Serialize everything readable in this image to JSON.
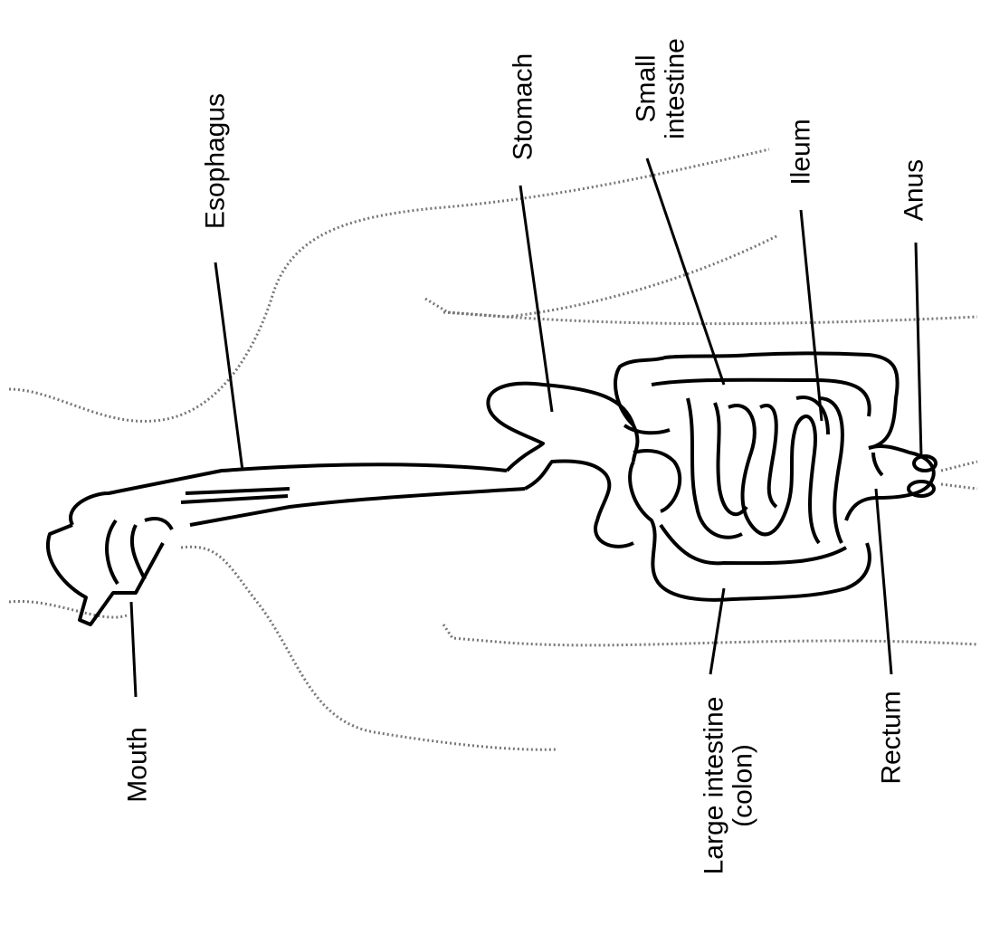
{
  "labels": {
    "mouth": "Mouth",
    "esophagus": "Esophagus",
    "stomach": "Stomach",
    "small_intestine": [
      "Small",
      "intestine"
    ],
    "ileum": "Ileum",
    "anus": "Anus",
    "large_intestine": [
      "Large intestine",
      "(colon)"
    ],
    "rectum": "Rectum"
  },
  "colors": {
    "ink": "#000000",
    "outline": "#777777"
  }
}
